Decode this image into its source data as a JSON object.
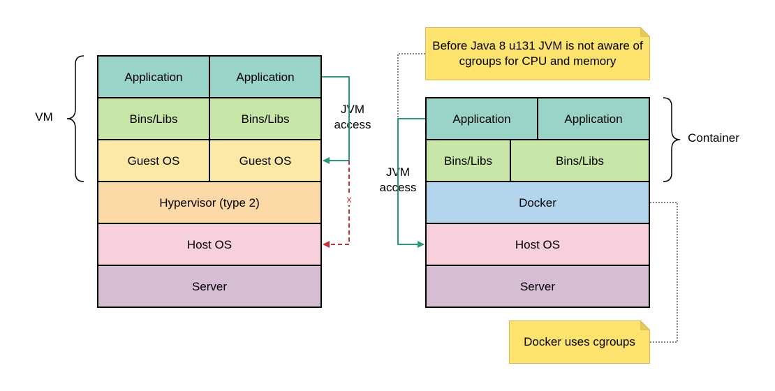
{
  "vm_stack": {
    "side_label": "VM",
    "app_left": "Application",
    "app_right": "Application",
    "bins_left": "Bins/Libs",
    "bins_right": "Bins/Libs",
    "guest_left": "Guest OS",
    "guest_right": "Guest OS",
    "hypervisor": "Hypervisor (type 2)",
    "host_os": "Host OS",
    "server": "Server",
    "jvm_access_line1": "JVM",
    "jvm_access_line2": "access",
    "blocked_mark": "x"
  },
  "container_stack": {
    "side_label": "Container",
    "app_left": "Application",
    "app_right": "Application",
    "bins_left": "Bins/Libs",
    "bins_right": "Bins/Libs",
    "docker": "Docker",
    "host_os": "Host OS",
    "server": "Server",
    "jvm_access_line1": "JVM",
    "jvm_access_line2": "access"
  },
  "notes": {
    "java_note": "Before Java 8 u131 JVM is not aware of cgroups for CPU and memory",
    "docker_note": "Docker uses cgroups"
  },
  "colors": {
    "application": "#9ad3c8",
    "bins": "#c9e6a9",
    "guest_os": "#fde9a6",
    "hypervisor": "#fdd9a8",
    "host_os": "#f7d0dc",
    "server": "#d5bdd3",
    "docker": "#b3d6ee",
    "note": "#ffe36f",
    "arrow_green": "#2a9a7a",
    "arrow_red": "#c9303a"
  }
}
